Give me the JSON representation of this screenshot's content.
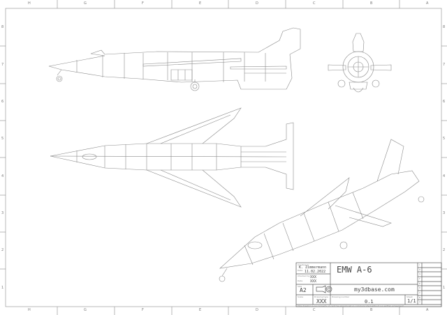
{
  "border": {
    "columns": [
      "H",
      "G",
      "F",
      "E",
      "D",
      "C",
      "B",
      "A"
    ],
    "rows": [
      "8",
      "7",
      "6",
      "5",
      "4",
      "3",
      "2",
      "1"
    ]
  },
  "title_block": {
    "created_by_label": "Created by",
    "created_by": "K. Zimmermann",
    "date_label": "Date",
    "date": "11.02.2022",
    "checked_by_label": "Checked by",
    "checked_by": "XXX",
    "approved_label": "Date",
    "approved": "XXX",
    "size_label": "Size",
    "size": "A2",
    "title": "EMW A-6",
    "website": "my3dbase.com",
    "scale_label": "Scale",
    "material_label": "Drawing type",
    "material": "XXX",
    "drawing_number_label": "Drawing number",
    "drawing_number": "0.1",
    "sheet_label": "Sheet",
    "sheet": "1/1",
    "footer": "This drawing is our property; it can't be reproduced or communicated without our written agreement.",
    "revisions": [
      "I",
      "H",
      "G",
      "F",
      "E",
      "D",
      "C",
      "B",
      "A"
    ]
  }
}
